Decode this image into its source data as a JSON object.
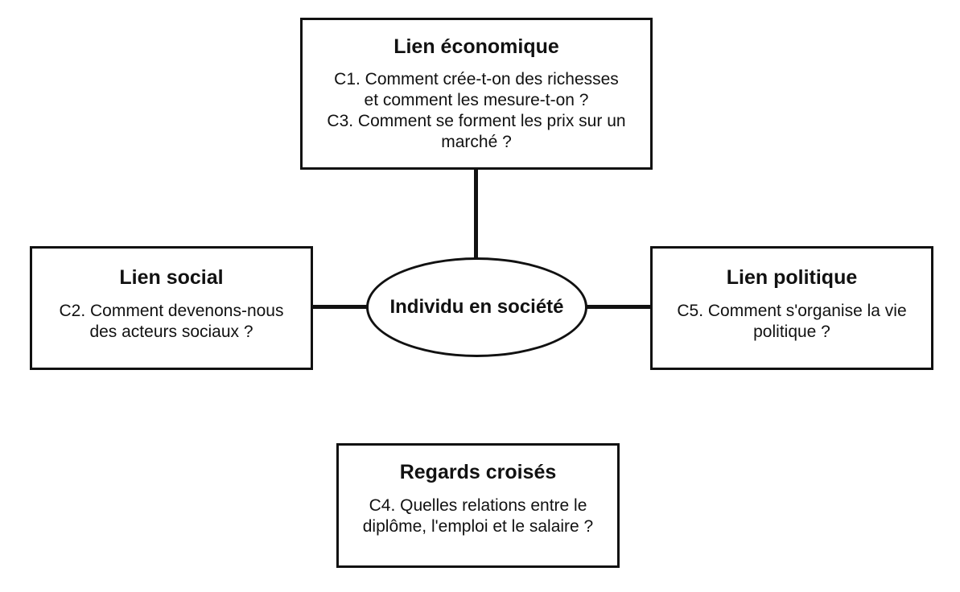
{
  "center": {
    "label": "Individu en société"
  },
  "boxes": {
    "economique": {
      "title": "Lien économique",
      "lines": [
        "C1. Comment crée-t-on des richesses",
        "et comment les mesure-t-on ?",
        "C3. Comment se forment les prix sur un",
        "marché ?"
      ]
    },
    "social": {
      "title": "Lien social",
      "lines": [
        "C2. Comment devenons-nous",
        "des acteurs sociaux ?"
      ]
    },
    "politique": {
      "title": "Lien politique",
      "lines": [
        "C5. Comment s'organise la vie",
        "politique ?"
      ]
    },
    "regards": {
      "title": "Regards croisés",
      "lines": [
        "C4. Quelles relations entre le",
        "diplôme, l'emploi et le salaire ?"
      ]
    }
  }
}
